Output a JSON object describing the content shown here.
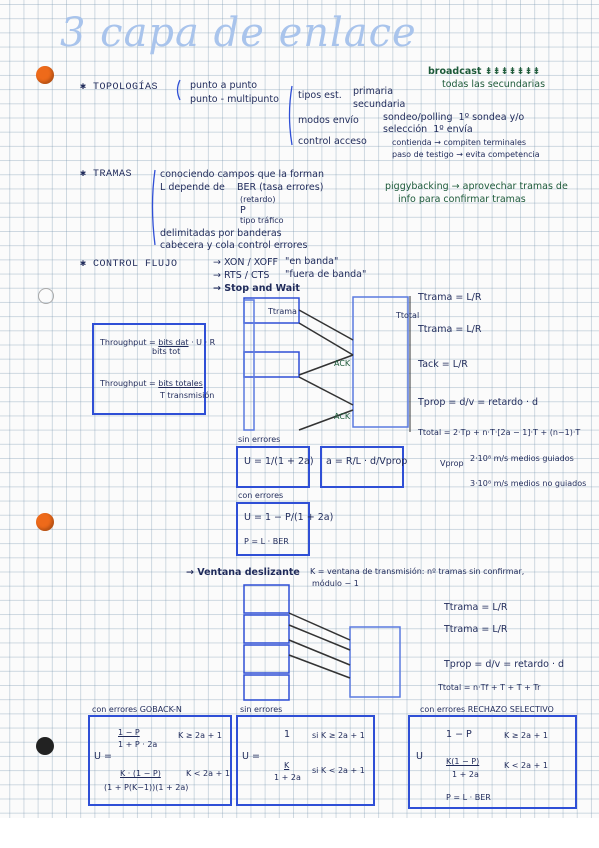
{
  "title": "3 capa de enlace",
  "topologias": {
    "label": "TOPOLOGÍAS",
    "punto_a_punto": "punto a punto",
    "punto_multipunto": "punto - multipunto",
    "tipos_est": "tipos est.",
    "primaria": "primaria",
    "secundaria": "secundaria",
    "modos_envio": "modos envío",
    "sondeo": "sondeo/polling",
    "sondeo_desc": "1º sondea y/o",
    "seleccion": "selección",
    "seleccion_desc": "1º envía",
    "control_acceso": "control acceso",
    "contienda": "contienda → compiten terminales",
    "paso_testigo": "paso de testigo → evita competencia",
    "broadcast": "broadcast",
    "broadcast_desc": "todas las secundarias"
  },
  "tramas": {
    "label": "TRAMAS",
    "l1": "conociendo campos que la forman",
    "l2_a": "L depende de",
    "l2_b": "BER (tasa errores)",
    "l3": "(retardo)",
    "l4": "P",
    "l5": "tipo tráfico",
    "l6": "delimitadas por banderas",
    "l7": "cabecera y cola control errores",
    "piggy1": "piggybacking → aprovechar tramas de",
    "piggy2": "info para confirmar tramas"
  },
  "control_flujo": {
    "label": "CONTROL FLUJO",
    "xon": "XON / XOFF",
    "xon_note": "\"en banda\"",
    "rts": "RTS / CTS",
    "rts_note": "\"fuera de banda\"",
    "stop": "Stop and Wait"
  },
  "sw": {
    "throughput1_lhs": "Throughput =",
    "throughput1_num": "bits dat",
    "throughput1_den": "bits tot",
    "throughput1_tail": "· U · R",
    "throughput2_lhs": "Throughput =",
    "throughput2_num": "bits totales",
    "throughput2_den": "T transmisión",
    "ttrama_lbl": "Ttrama",
    "ttotal_lbl": "Ttotal",
    "ack": "ACK",
    "f1": "Ttrama =",
    "f1_num": "L",
    "f1_den": "R",
    "f2": "Ttrama =",
    "f2_num": "L",
    "f2_den": "R",
    "f3": "Tack =",
    "f3_num": "L",
    "f3_den": "R",
    "f4": "Tprop =",
    "f4_num": "d",
    "f4_den": "v",
    "f4_tail": "= retardo · d",
    "ttotal": "Ttotal = 2·Tp + n·T·[2a − 1]·T + (n−1)·T",
    "vprop": "Vprop",
    "v1": "2·10⁸ m/s  medios guiados",
    "v2": "3·10⁸ m/s  medios no guiados",
    "sin_err": "sin errores",
    "u_sin": "U =",
    "u_sin_num": "1",
    "u_sin_den": "1 + 2a",
    "a_def": "a =",
    "a_num": "R",
    "a_den": "L",
    "a_tail_num": "d",
    "a_tail_den": "Vprop",
    "con_err": "con errores",
    "u_con": "U =",
    "u_con_num": "1 − P",
    "u_con_den": "1 + 2a",
    "pf": "P = L · BER"
  },
  "ventana": {
    "label": "Ventana deslizante",
    "desc1": "K = ventana de transmisión: nº tramas sin confirmar,",
    "desc2": "módulo − 1",
    "f1": "Ttrama =",
    "f1_num": "L",
    "f1_den": "R",
    "f2": "Ttrama =",
    "f2_num": "L",
    "f2_den": "R",
    "f3": "Tprop =",
    "f3_num": "d",
    "f3_den": "v",
    "f3_tail": "= retardo · d",
    "ttotal": "Ttotal = n·Tf + T + T + Tr"
  },
  "bottom": {
    "gbn_label": "con errores GOBACK-N",
    "gbn_u": "U =",
    "gbn_f1_num": "1 − P",
    "gbn_f1_den": "1 + P · 2a",
    "gbn_c1": "K ≥ 2a + 1",
    "gbn_f2_num": "K · (1 − P)",
    "gbn_f2_den": "(1 + P(K−1))(1 + 2a)",
    "gbn_c2": "K < 2a + 1",
    "sin_label": "sin errores",
    "sin_u": "U =",
    "sin_c1_val": "1",
    "sin_c1": "si K ≥ 2a + 1",
    "sin_c2_num": "K",
    "sin_c2_den": "1 + 2a",
    "sin_c2": "si K < 2a + 1",
    "sr_label": "con errores RECHAZO SELECTIVO",
    "sr_u": "U",
    "sr_f1": "1 − P",
    "sr_c1": "K ≥ 2a + 1",
    "sr_f2_num": "K(1 − P)",
    "sr_f2_den": "1 + 2a",
    "sr_c2": "K < 2a + 1",
    "sr_pf": "P = L · BER"
  }
}
